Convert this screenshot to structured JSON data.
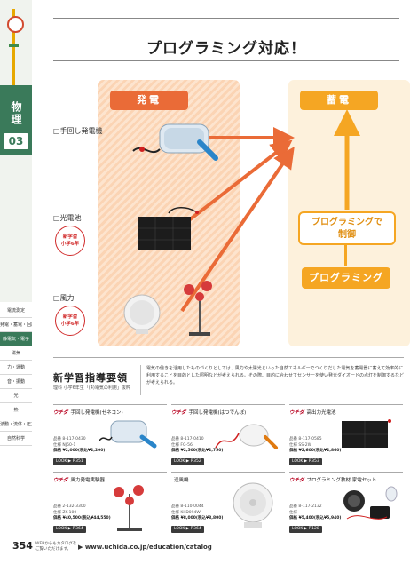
{
  "sidebar": {
    "chapter_label": "物理",
    "chapter_number": "03",
    "index_items": [
      "電流測定",
      "発電・蓄電・回路",
      "静電気・電子",
      "磁気",
      "力・運動",
      "音・振動",
      "光",
      "熱",
      "波動・流体・圧力",
      "自然科学"
    ],
    "active_index": 2
  },
  "header": {
    "title": "プログラミング対応！"
  },
  "diagram": {
    "generation_label": "発電",
    "storage_label": "蓄電",
    "control_label": "プログラミングで\n制御",
    "programming_label": "プログラミング",
    "sources": [
      {
        "label": "□手回し発電機"
      },
      {
        "label": "□光電池",
        "badge": "新学習\n小学6年"
      },
      {
        "label": "□風力",
        "badge": "新学習\n小学6年"
      }
    ]
  },
  "study": {
    "title": "新学習指導要領",
    "subtitle": "理科 小学6年生「(4)電気の利用」抜粋",
    "body": "電気の働きを活用したものづくりとしては、風力や太陽光といった自然エネルギーでつくりだした電気を蓄電器に蓄えて効率的に利用することを目的とした照明などが考えられる。その際、目的に合わせてセンサーを使い発光ダイオードの点灯を制御するなどが考えられる。"
  },
  "products": [
    {
      "maker": "ウチダ",
      "name": "手回し発電機(ゼネコン)",
      "meta": [
        "品番 8-117-0430",
        "仕様 NJ50-1"
      ],
      "price": "価格 ¥2,000(税込¥2,200)",
      "look": "LOOK ▶ P.351"
    },
    {
      "maker": "ウチダ",
      "name": "手回し発電機(はつでんぼ)",
      "meta": [
        "品番 8-117-0410",
        "仕様 FG-56"
      ],
      "price": "価格 ¥2,500(税込¥2,750)",
      "look": "LOOK ▶ P.352"
    },
    {
      "maker": "ウチダ",
      "name": "高出力光電池",
      "meta": [
        "品番 8-117-0585",
        "仕様 SS-2W"
      ],
      "price": "価格 ¥2,600(税込¥2,860)",
      "look": "LOOK ▶ P.353"
    },
    {
      "maker": "ウチダ",
      "name": "風力発電実験器",
      "meta": [
        "品番 2-132-3300",
        "仕様 ZK-100"
      ],
      "price": "価格 ¥40,500(税込¥44,550)",
      "look": "LOOK ▶ P.364"
    },
    {
      "maker": "",
      "name": "送風機",
      "meta": [
        "品番 8-110-0044",
        "仕様 KI-D094W"
      ],
      "price": "価格 ¥8,000(税込¥8,800)",
      "look": "LOOK ▶ P.364"
    },
    {
      "maker": "ウチダ",
      "name": "プログラミング教材 家電セット",
      "meta": [
        "品番 8-117-2132",
        "仕様"
      ],
      "price": "価格 ¥5,400(税込¥5,940)",
      "look": "LOOK ▶ P.128"
    }
  ],
  "footer": {
    "page_number": "354",
    "note": "WEBからもカタログを\nご覧いただけます。",
    "url": "▶ www.uchida.co.jp/education/catalog"
  },
  "colors": {
    "accent_orange": "#ea6b37",
    "accent_yellow": "#f5a623",
    "chapter_green": "#3a7a5a",
    "maker_red": "#b8001f"
  }
}
